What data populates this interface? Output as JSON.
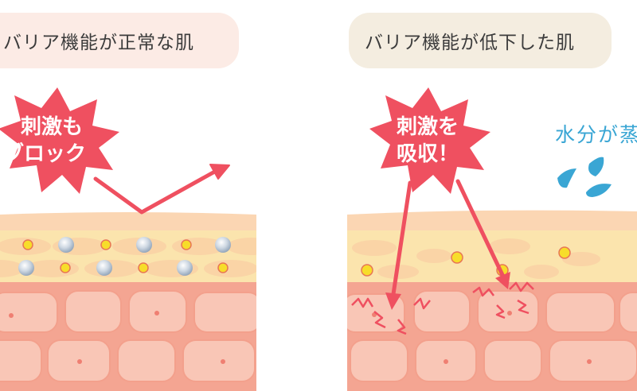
{
  "left_panel": {
    "title": "バリア機能が正常な肌",
    "burst_line1": "刺激も",
    "burst_line2": "ブロック"
  },
  "right_panel": {
    "title": "バリア機能が低下した肌",
    "burst_line1": "刺激を",
    "burst_line2": "吸収！",
    "water_label": "水分が蒸"
  },
  "colors": {
    "arrow_red": "#ef5060",
    "burst_red": "#ef5060",
    "lipid_yellow": "#fbe6b0",
    "cell_pink": "#f8bfad",
    "dermis_pink": "#f5a08e",
    "moisture_orb": "#b8c6d6",
    "nutrient_dot": "#f5d20f",
    "water_blue": "#3aa6d4"
  }
}
